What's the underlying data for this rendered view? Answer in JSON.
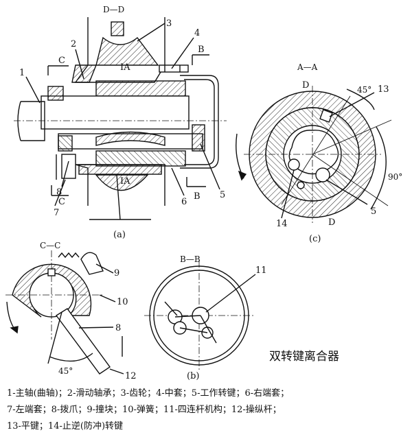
{
  "title": "双转键离合器",
  "sections": {
    "dd": "D—D",
    "aa": "A—A",
    "cc": "C—C",
    "bb": "B—B",
    "b": "B",
    "c": "C",
    "ia": "IA",
    "d": "D"
  },
  "captions": {
    "a": "(a)",
    "b": "(b)",
    "c": "(c)"
  },
  "angles": {
    "a45": "45°",
    "a90": "90°"
  },
  "numbers": [
    "1",
    "2",
    "3",
    "4",
    "5",
    "6",
    "7",
    "8",
    "9",
    "10",
    "11",
    "12",
    "13",
    "14"
  ],
  "legend": [
    "1-主轴(曲轴)；2-滑动轴承；3-齿轮；4-中套；5-工作转键；6-右端套；",
    "7-左端套；8-拨爪；9-撞块；10-弹簧；11-四连杆机构；12-操纵杆；",
    "13-平键；14-止逆(防冲)转键"
  ]
}
